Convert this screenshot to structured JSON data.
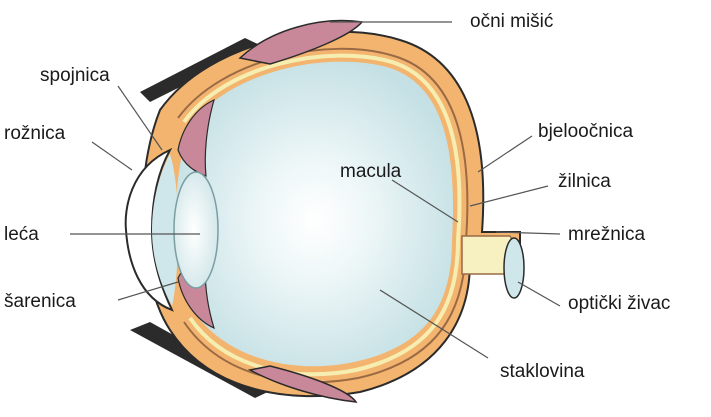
{
  "labels": {
    "ocni_misic": "očni mišić",
    "spojnica": "spojnica",
    "roznica": "rožnica",
    "leca": "leća",
    "sarenica": "šarenica",
    "bjeloocnica": "bjeloočnica",
    "macula": "macula",
    "zilnica": "žilnica",
    "mreznica": "mrežnica",
    "opticki_zivac": "optički živac",
    "staklovina": "staklovina"
  },
  "colors": {
    "vitreous": "#cfe7ea",
    "lens": "#e2f0f2",
    "sclera": "#f3b46f",
    "muscle": "#c9889a",
    "retina_line": "#f5eeb0",
    "outline": "#2b2b2b",
    "leader": "#555555"
  }
}
